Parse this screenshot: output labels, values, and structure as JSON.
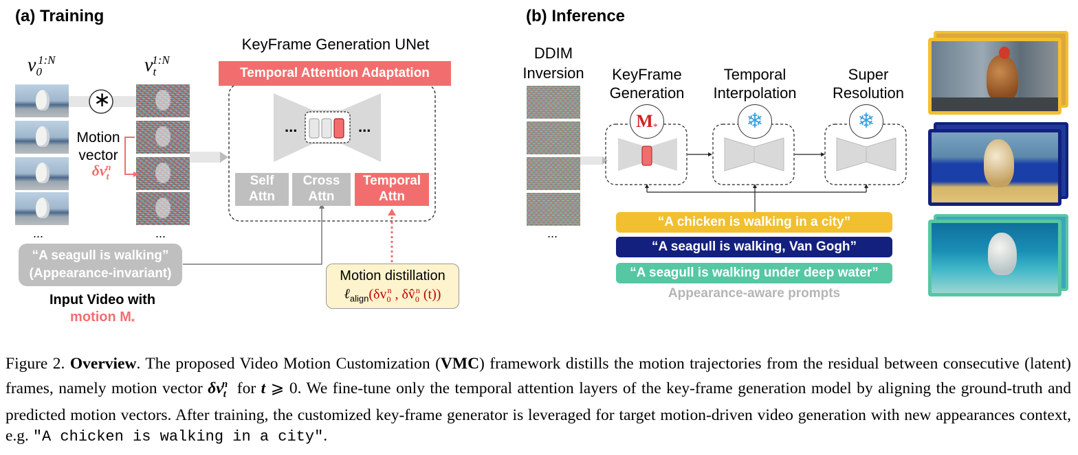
{
  "training": {
    "title": "(a) Training",
    "v0_label": "v",
    "v0_sub": "0",
    "v0_sup": "1:N",
    "vt_label": "v",
    "vt_sub": "t",
    "vt_sup": "1:N",
    "convolve_symbol": "∗",
    "motion_vector_line1": "Motion",
    "motion_vector_line2": "vector",
    "motion_vector_symbol": "δv",
    "motion_vector_sub": "t",
    "motion_vector_sup": "n",
    "dots": "...",
    "unet_title": "KeyFrame Generation UNet",
    "temporal_adaptation": "Temporal Attention Adaptation",
    "unet_dots_left": "...",
    "unet_dots_right": "...",
    "self_attn": [
      "Self",
      "Attn"
    ],
    "cross_attn": [
      "Cross",
      "Attn"
    ],
    "temporal_attn": [
      "Temporal",
      "Attn"
    ],
    "prompt_line1": "“A seagull is walking”",
    "prompt_line2": "(Appearance-invariant)",
    "input_label_line1": "Input Video with",
    "input_label_line2": "motion M",
    "input_label_sub": "*",
    "distill_line1": "Motion distillation",
    "distill_loss": "ℓ",
    "distill_loss_sub": "align",
    "distill_args_open": "(δv",
    "distill_args_rest": ", δv̂",
    "distill_args_t": "(t))",
    "distill_arg_sub": "0",
    "distill_arg_sup": "n"
  },
  "inference": {
    "title": "(b) Inference",
    "ddim_line1": "DDIM",
    "ddim_line2": "Inversion",
    "ddim_dots": "...",
    "keyframe_line1": "KeyFrame",
    "keyframe_line2": "Generation",
    "interp_line1": "Temporal",
    "interp_line2": "Interpolation",
    "sr_line1": "Super",
    "sr_line2": "Resolution",
    "m_star": "M",
    "m_star_sub": "*",
    "snowflake": "❄",
    "prompts": [
      {
        "text": "“A chicken is walking in a city”",
        "color": "#f2bf30"
      },
      {
        "text": "“A seagull is walking, Van Gogh”",
        "color": "#14207e"
      },
      {
        "text": "“A seagull is walking under deep water”",
        "color": "#55c7a3"
      }
    ],
    "prompts_caption": "Appearance-aware prompts"
  },
  "caption": {
    "fig_label": "Figure 2.",
    "bold_title": "Overview",
    "part1": ".  The proposed Video Motion Customization (",
    "vmc": "VMC",
    "part2": ") framework distills the motion trajectories from the residual between consecutive (latent) frames, namely motion vector ",
    "mv_symbol": "δv",
    "mv_sub": "t",
    "mv_sup": "n",
    "part3": " for ",
    "t_symbol": "t",
    "part4": " ⩾ 0.  We fine-tune only the temporal attention layers of the key-frame generation model by aligning the ground-truth and predicted motion vectors.  After training, the customized key-frame generator is leveraged for target motion-driven video generation with new appearances context, e.g. ",
    "mono_example": "\"A chicken is walking in a city\"",
    "part5": "."
  },
  "colors": {
    "accent_red": "#f26e6e",
    "yellow": "#f2bf30",
    "navy": "#14207e",
    "teal": "#55c7a3",
    "grey_box": "#bfbfbf",
    "distill_bg": "#fdf3cc"
  }
}
